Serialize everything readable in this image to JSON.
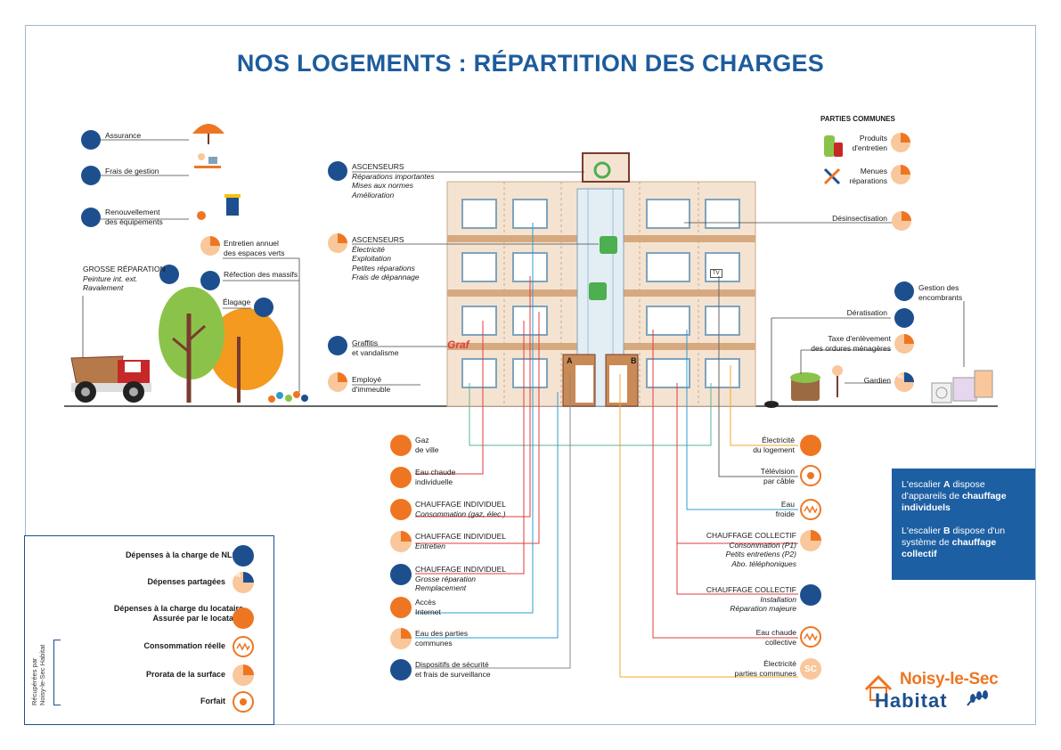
{
  "title": "NOS LOGEMENTS : RÉPARTITION DES CHARGES",
  "colors": {
    "navy": "#1d4f8f",
    "orange": "#ee7622",
    "peach": "#f9c79b",
    "title_blue": "#1d5c9c",
    "gas_line": "#56b79a",
    "water_line": "#e23b3b",
    "elec_line": "#f4a72b",
    "blue_line": "#2e9ccf"
  },
  "left_items": {
    "assurance": "Assurance",
    "frais_gestion": "Frais de gestion",
    "renouvellement_1": "Renouvellement",
    "renouvellement_2": "des équipements",
    "entretien_1": "Entretien annuel",
    "entretien_2": "des espaces verts",
    "refection": "Réfection des massifs",
    "elagage": "Élagage",
    "grosse_rep_title": "GROSSE RÉPARATION",
    "grosse_rep_1": "Peinture int. ext.",
    "grosse_rep_2": "Ravalement"
  },
  "building_left": {
    "asc1_title": "ASCENSEURS",
    "asc1_1": "Réparations importantes",
    "asc1_2": "Mises aux normes",
    "asc1_3": "Amélioration",
    "asc2_title": "ASCENSEURS",
    "asc2_1": "Électricité",
    "asc2_2": "Exploitation",
    "asc2_3": "Petites réparations",
    "asc2_4": "Frais de dépannage",
    "graffitis_1": "Graffitis",
    "graffitis_2": "et vandalisme",
    "employe_1": "Employé",
    "employe_2": "d'immeuble",
    "graf_tag": "Graf",
    "door_a": "A",
    "door_b": "B",
    "tv_sign": "TV"
  },
  "parties_communes": {
    "title": "PARTIES COMMUNES",
    "produits_1": "Produits",
    "produits_2": "d'entretien",
    "menues_1": "Menues",
    "menues_2": "réparations",
    "desinsect": "Désinsectisation"
  },
  "right_items": {
    "gestion_1": "Gestion des",
    "gestion_2": "encombrants",
    "deratisation": "Dératisation",
    "taxe_1": "Taxe d'enlèvement",
    "taxe_2": "des ordures ménagères",
    "gardien": "Gardien",
    "gardien_badge": "%"
  },
  "bottom_left": [
    {
      "l1": "Gaz",
      "l2": "de ville",
      "italic": false
    },
    {
      "l1": "Eau chaude",
      "l2": "individuelle",
      "italic": false
    },
    {
      "l1": "CHAUFFAGE INDIVIDUEL",
      "l2": "Consommation (gaz, élec.)",
      "italic": true
    },
    {
      "l1": "CHAUFFAGE INDIVIDUEL",
      "l2": "Entretien",
      "italic": true
    },
    {
      "l1": "CHAUFFAGE INDIVIDUEL",
      "l2": "Grosse réparation",
      "l3": "Remplacement",
      "italic": true
    },
    {
      "l1": "Accès",
      "l2": "Internet",
      "italic": false
    },
    {
      "l1": "Eau des parties",
      "l2": "communes",
      "italic": false
    },
    {
      "l1": "Dispositifs de sécurité",
      "l2": "et frais de surveillance",
      "italic": false
    }
  ],
  "bottom_right": {
    "elec_log_1": "Électricité",
    "elec_log_2": "du logement",
    "tele_1": "Télévision",
    "tele_2": "par câble",
    "eau_1": "Eau",
    "eau_2": "froide",
    "cc1_title": "CHAUFFAGE COLLECTIF",
    "cc1_1": "Consommation (P1)",
    "cc1_2": "Petits entretiens (P2)",
    "cc1_3": "Abo. téléphoniques",
    "cc2_title": "CHAUFFAGE COLLECTIF",
    "cc2_1": "Installation",
    "cc2_2": "Réparation majeure",
    "eauch_1": "Eau chaude",
    "eauch_2": "collective",
    "elec_pc_1": "Électricité",
    "elec_pc_2": "parties communes",
    "sc_badge": "SC"
  },
  "legend": {
    "nlsh": "Dépenses à la charge de NLSH",
    "partagees": "Dépenses partagées",
    "partagees_badge": "%",
    "locataire_1": "Dépenses à la charge du locataire",
    "locataire_2": "Assurée par le locataire",
    "conso": "Consommation réelle",
    "prorata": "Prorata de la surface",
    "forfait": "Forfait",
    "side_1": "Récupérées par",
    "side_2": "Noisy-le-Sec Habitat"
  },
  "info_box": {
    "p1_a": "L'escalier ",
    "p1_b": "A",
    "p1_c": " dispose d'appareils de ",
    "p1_d": "chauffage individuels",
    "p2_a": "L'escalier ",
    "p2_b": "B",
    "p2_c": " dispose d'un système de ",
    "p2_d": "chauffage collectif"
  },
  "logo": {
    "line1": "Noisy-le-Sec",
    "line2": "Habitat"
  }
}
